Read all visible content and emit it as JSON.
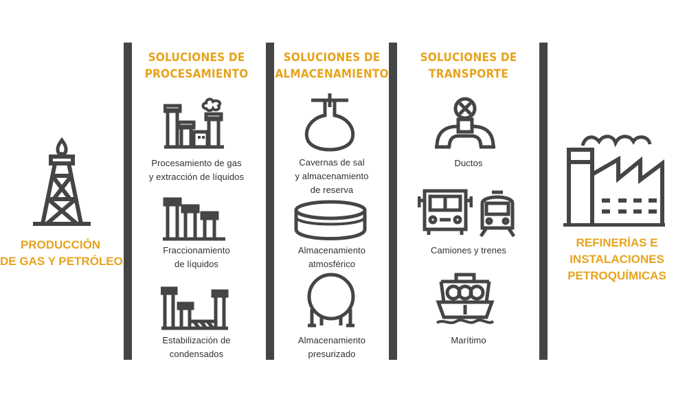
{
  "left_node": {
    "line1": "PRODUCCIÓN",
    "line2": "DE GAS Y PETRÓLEO",
    "icon": "oil-derrick-icon"
  },
  "right_node": {
    "line1": "REFINERÍAS E",
    "line2": "INSTALACIONES",
    "line3": "PETROQUÍMICAS",
    "icon": "factory-icon"
  },
  "columns": [
    {
      "title1": "SOLUCIONES DE",
      "title2": "PROCESAMIENTO",
      "items": [
        {
          "line1": "Procesamiento de gas",
          "line2": "y extracción de líquidos",
          "icon": "gas-processing-plant-icon"
        },
        {
          "line1": "Fraccionamiento",
          "line2": "de líquidos",
          "icon": "fractionation-towers-icon"
        },
        {
          "line1": "Estabilización de",
          "line2": "condensados",
          "icon": "condensate-stabilization-icon"
        }
      ]
    },
    {
      "title1": "SOLUCIONES DE",
      "title2": "ALMACENAMIENTO",
      "items": [
        {
          "line1": "Cavernas de sal",
          "line2": "y almacenamiento",
          "line3": "de reserva",
          "icon": "salt-cavern-icon"
        },
        {
          "line1": "Almacenamiento",
          "line2": "atmosférico",
          "icon": "atmospheric-tank-icon"
        },
        {
          "line1": "Almacenamiento",
          "line2": "presurizado",
          "icon": "pressurized-sphere-icon"
        }
      ]
    },
    {
      "title1": "SOLUCIONES DE",
      "title2": "TRANSPORTE",
      "items": [
        {
          "line1": "Ductos",
          "icon": "pipeline-valve-icon"
        },
        {
          "line1": "Camiones y trenes",
          "icon": "truck-train-icon"
        },
        {
          "line1": "Marítimo",
          "icon": "ship-icon"
        }
      ]
    }
  ],
  "colors": {
    "accent": "#e7a31c",
    "divider": "#454545",
    "icon": "#454545",
    "text": "#2f2f2f"
  }
}
